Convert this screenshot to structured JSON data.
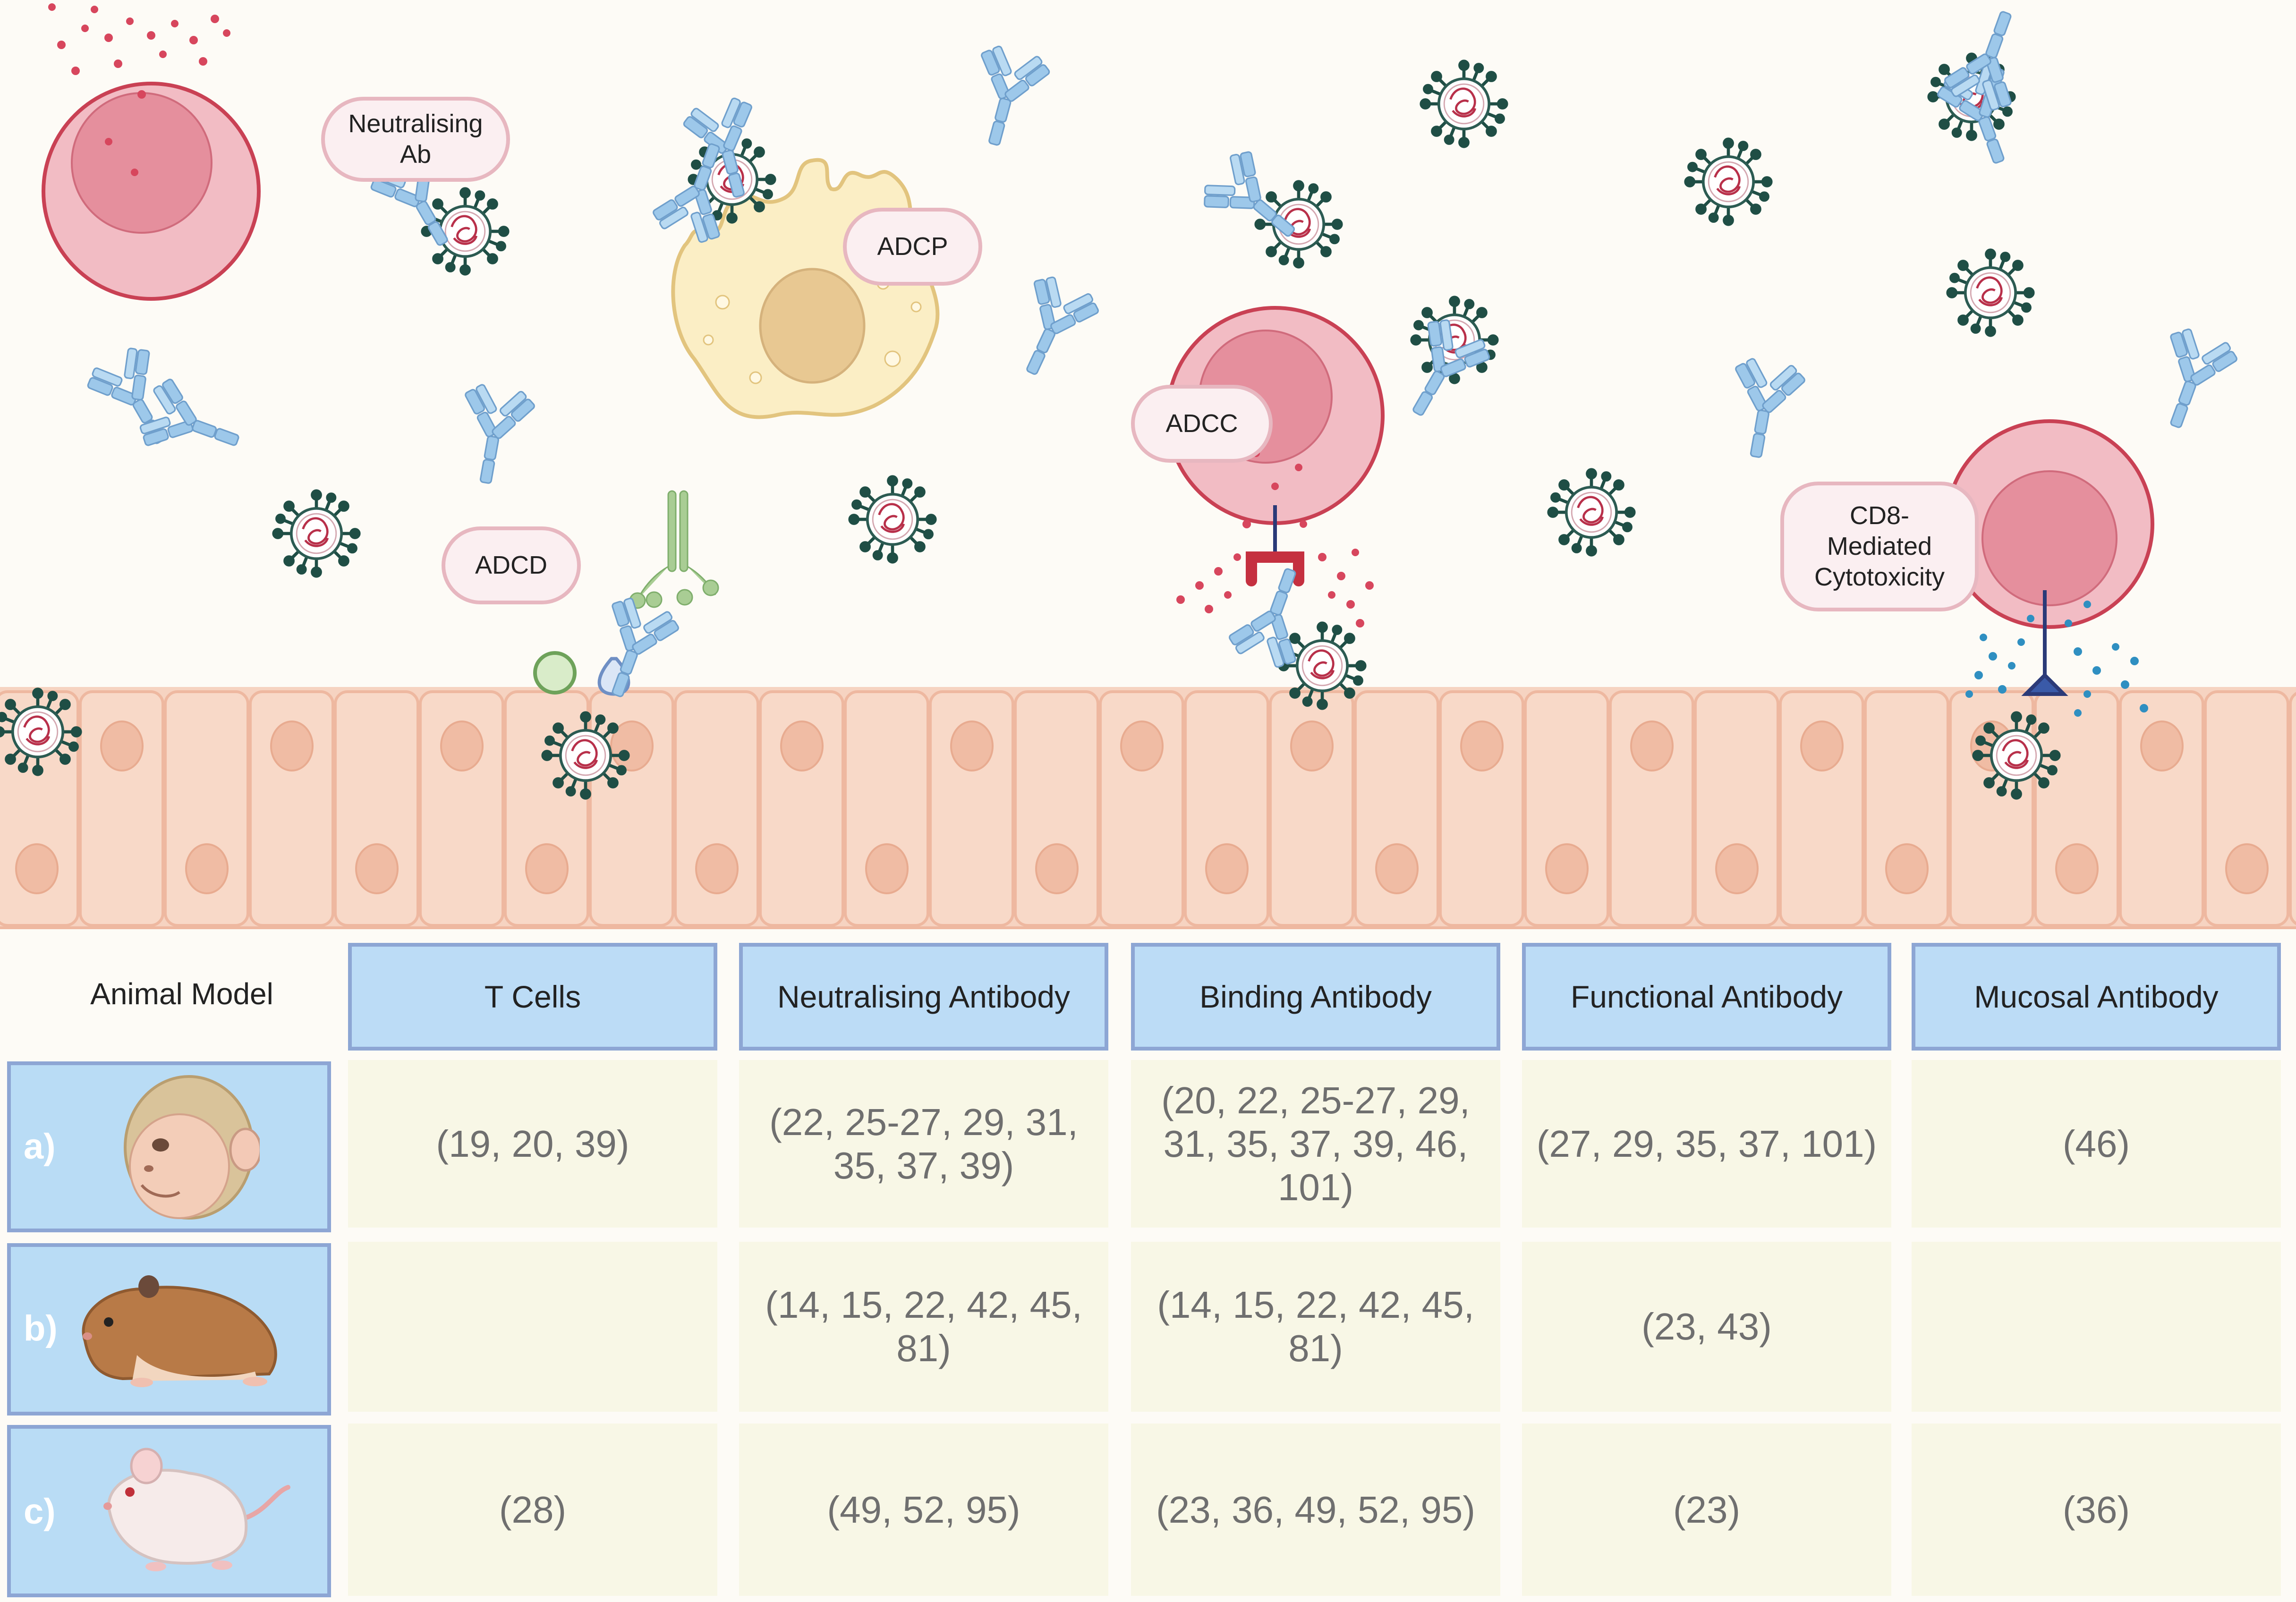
{
  "diagram": {
    "labels": {
      "neutralising_ab": "Neutralising\nAb",
      "adcp": "ADCP",
      "adcd": "ADCD",
      "adcc": "ADCC",
      "cd8": "CD8-\nMediated\nCytotoxicity"
    }
  },
  "table": {
    "animal_model_header": "Animal Model",
    "columns": [
      "T Cells",
      "Neutralising Antibody",
      "Binding Antibody",
      "Functional Antibody",
      "Mucosal Antibody"
    ],
    "rows": [
      {
        "label": "a)",
        "animal": "macaque-icon",
        "cells": [
          "(19, 20, 39)",
          "(22, 25-27, 29, 31, 35, 37, 39)",
          "(20, 22, 25-27, 29, 31, 35, 37, 39, 46, 101)",
          "(27, 29, 35, 37, 101)",
          "(46)"
        ]
      },
      {
        "label": "b)",
        "animal": "hamster-icon",
        "cells": [
          "",
          "(14, 15, 22, 42, 45, 81)",
          "(14, 15, 22, 42, 45, 81)",
          "(23, 43)",
          ""
        ]
      },
      {
        "label": "c)",
        "animal": "mouse-icon",
        "cells": [
          "(28)",
          "(49, 52, 95)",
          "(23, 36, 49, 52, 95)",
          "(23)",
          "(36)"
        ]
      }
    ]
  },
  "colors": {
    "header_fill": "#bcdcf6",
    "header_border": "#8da6d4",
    "cell_fill": "#f8f7e6",
    "epithelium": "#f8d9c8",
    "antibody": "#9dc8ea",
    "virus": "#1f4e45"
  }
}
